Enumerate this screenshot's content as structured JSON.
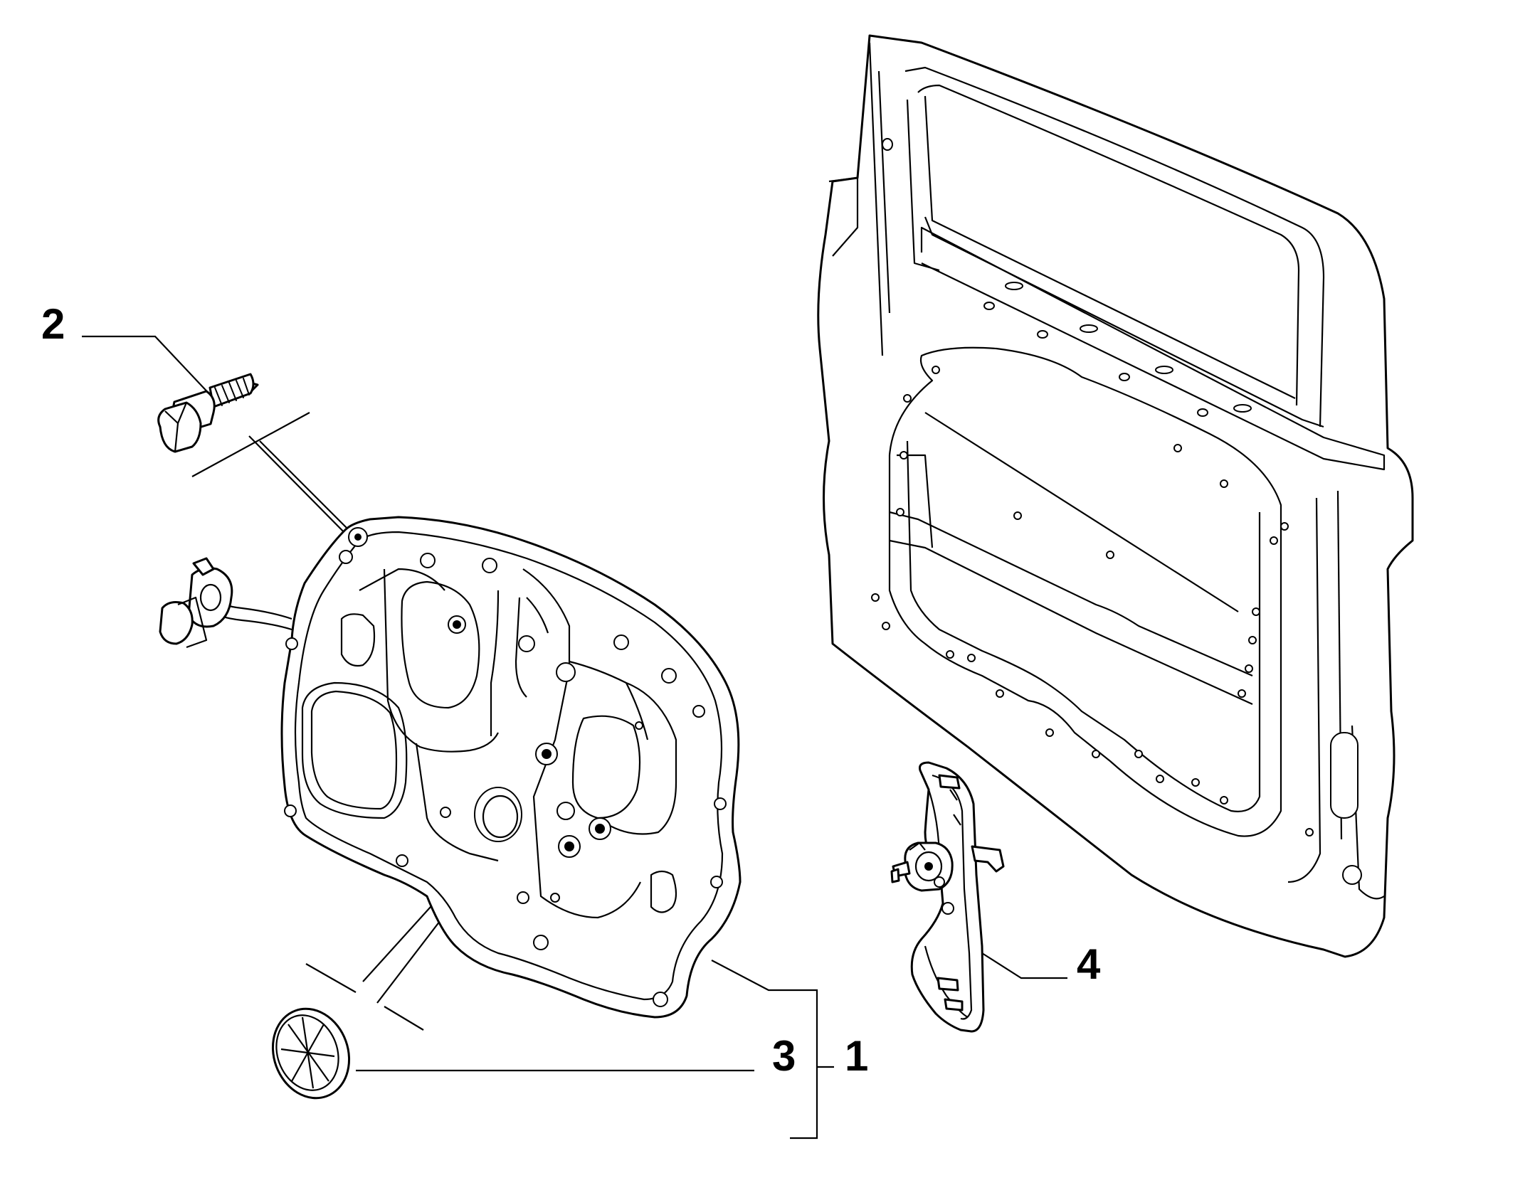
{
  "callouts": {
    "part_1": "1",
    "part_2": "2",
    "part_3": "3",
    "part_4": "4"
  },
  "parts": [
    {
      "callout": "1",
      "icon": "door-inner-panel-icon"
    },
    {
      "callout": "2",
      "icon": "flange-bolt-icon"
    },
    {
      "callout": "3",
      "icon": "round-plug-cap-icon"
    },
    {
      "callout": "4",
      "icon": "window-regulator-icon"
    }
  ],
  "background_icon": "door-frame-shell-icon",
  "colors": {
    "line": "#000000",
    "background": "#ffffff"
  }
}
